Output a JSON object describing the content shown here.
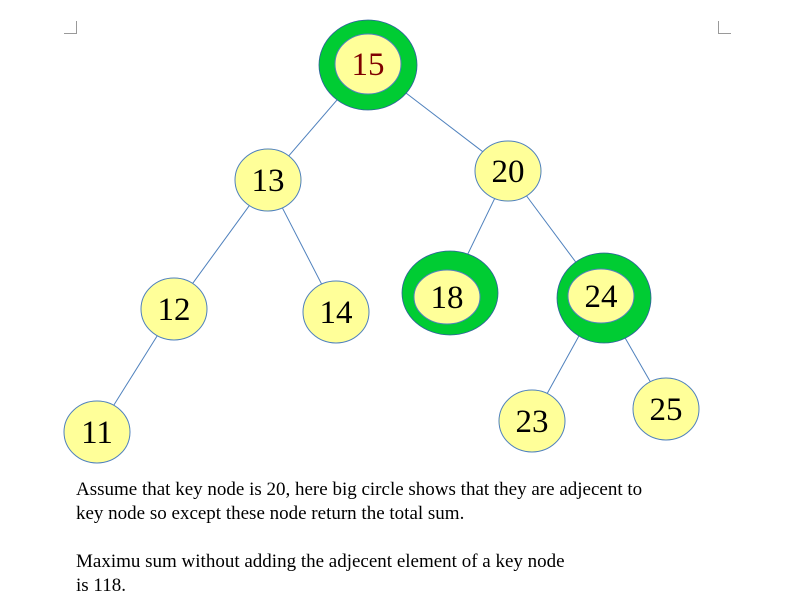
{
  "tree": {
    "nodes": [
      {
        "id": "n15",
        "label": "15",
        "highlighted": true,
        "key_style": true
      },
      {
        "id": "n13",
        "label": "13",
        "highlighted": false
      },
      {
        "id": "n20",
        "label": "20",
        "highlighted": false
      },
      {
        "id": "n12",
        "label": "12",
        "highlighted": false
      },
      {
        "id": "n14",
        "label": "14",
        "highlighted": false
      },
      {
        "id": "n18",
        "label": "18",
        "highlighted": true
      },
      {
        "id": "n24",
        "label": "24",
        "highlighted": true
      },
      {
        "id": "n11",
        "label": "11",
        "highlighted": false
      },
      {
        "id": "n23",
        "label": "23",
        "highlighted": false
      },
      {
        "id": "n25",
        "label": "25",
        "highlighted": false
      }
    ],
    "edges": [
      [
        "n15",
        "n13"
      ],
      [
        "n15",
        "n20"
      ],
      [
        "n13",
        "n12"
      ],
      [
        "n13",
        "n14"
      ],
      [
        "n20",
        "n18"
      ],
      [
        "n20",
        "n24"
      ],
      [
        "n12",
        "n11"
      ],
      [
        "n24",
        "n23"
      ],
      [
        "n24",
        "n25"
      ]
    ],
    "colors": {
      "node_fill": "#ffff99",
      "node_stroke": "#4f81bd",
      "highlight_ring": "#00cc33",
      "edge": "#4f81bd",
      "root_label": "#7f0000"
    }
  },
  "text": {
    "paragraph1": "Assume that key node is 20, here big circle shows that they are adjecent to\nkey node so except these node return the total sum.",
    "paragraph2": "Maximu sum without adding the adjecent element of a key node\nis 118."
  }
}
